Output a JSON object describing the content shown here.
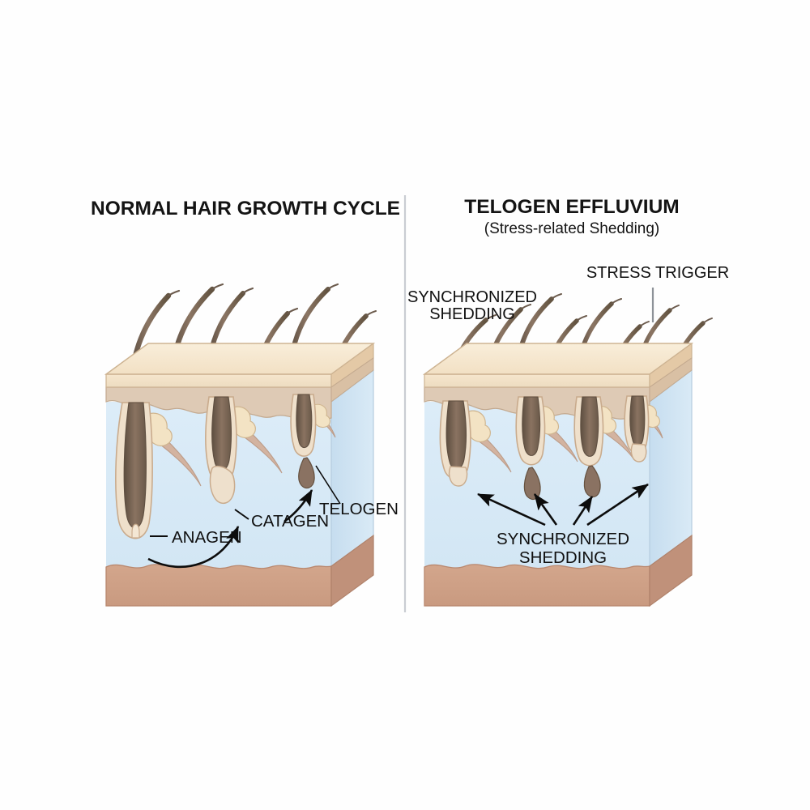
{
  "figure": {
    "background_color": "#fefefe",
    "divider_color": "#c9cdd2"
  },
  "panels": [
    {
      "id": "normal",
      "title": "NORMAL HAIR GROWTH CYCLE",
      "subtitle": "",
      "labels": [
        {
          "name": "anagen",
          "text": "ANAGEN"
        },
        {
          "name": "catagen",
          "text": "CATAGEN"
        },
        {
          "name": "telogen",
          "text": "TELOGEN"
        }
      ],
      "hair_count": 6,
      "follicle_stages": [
        "anagen",
        "catagen",
        "telogen"
      ]
    },
    {
      "id": "telogen-effluvium",
      "title": "TELOGEN EFFLUVIUM",
      "subtitle": "(Stress-related Shedding)",
      "labels": [
        {
          "name": "synchronized-shedding-top-line1",
          "text": "SYNCHRONIZED"
        },
        {
          "name": "synchronized-shedding-top-line2",
          "text": "SHEDDING"
        },
        {
          "name": "stress-trigger",
          "text": "STRESS TRIGGER"
        },
        {
          "name": "synchronized-shedding-bottom-line1",
          "text": "SYNCHRONIZED"
        },
        {
          "name": "synchronized-shedding-bottom-line2",
          "text": "SHEDDING"
        }
      ],
      "hair_count": 8,
      "shed_club_hairs": 2,
      "shedding_arrows": 4
    }
  ],
  "skin_layers": {
    "epidermis_top": "#f6e6cf",
    "epidermis_front": "#f3e0c6",
    "papillary": "#ddc9b4",
    "dermis": "#d7e9f6",
    "dermis_side": "#c7ddee",
    "hypodermis": "#cfa289",
    "hypodermis_side": "#c0917a",
    "outline": "#b09274"
  },
  "hair_colors": {
    "shaft_dark": "#6b5a4c",
    "shaft_mid": "#8a7463",
    "sheath": "#efe0cb",
    "bulb": "#7d6654",
    "muscle": "#d3b3a0",
    "gland": "#f3e3c4"
  }
}
